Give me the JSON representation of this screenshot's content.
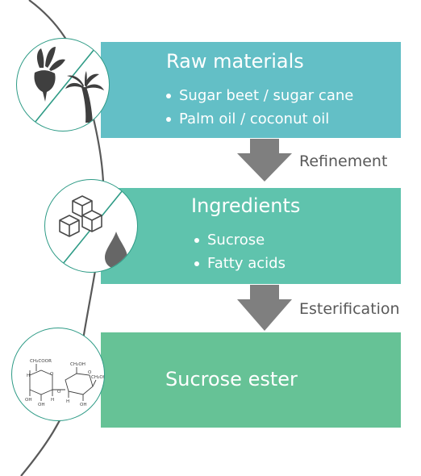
{
  "colors": {
    "box_raw": "#63bfc6",
    "box_ingredients": "#5fc3ad",
    "box_final": "#66c296",
    "arrow": "#7f7f7f",
    "curve": "#595959",
    "circle_border": "#2e9b86",
    "icon": "#3f3f3f"
  },
  "stages": [
    {
      "title": "Raw materials",
      "items": [
        "Sugar beet / sugar cane",
        "Palm oil / coconut oil"
      ],
      "icons": [
        "sugar-beet-icon",
        "palm-tree-icon"
      ]
    },
    {
      "title": "Ingredients",
      "items": [
        "Sucrose",
        "Fatty acids"
      ],
      "icons": [
        "sugar-cubes-icon",
        "oil-drop-icon"
      ]
    },
    {
      "title": "Sucrose ester",
      "items": [],
      "icons": [
        "sucrose-ester-structure-icon"
      ]
    }
  ],
  "transitions": [
    "Refinement",
    "Esterification"
  ],
  "molecule_labels": {
    "ch2coor": "CH₂COOR",
    "ch2oh": "CH₂OH",
    "h": "H",
    "oh": "OH",
    "o": "O"
  }
}
